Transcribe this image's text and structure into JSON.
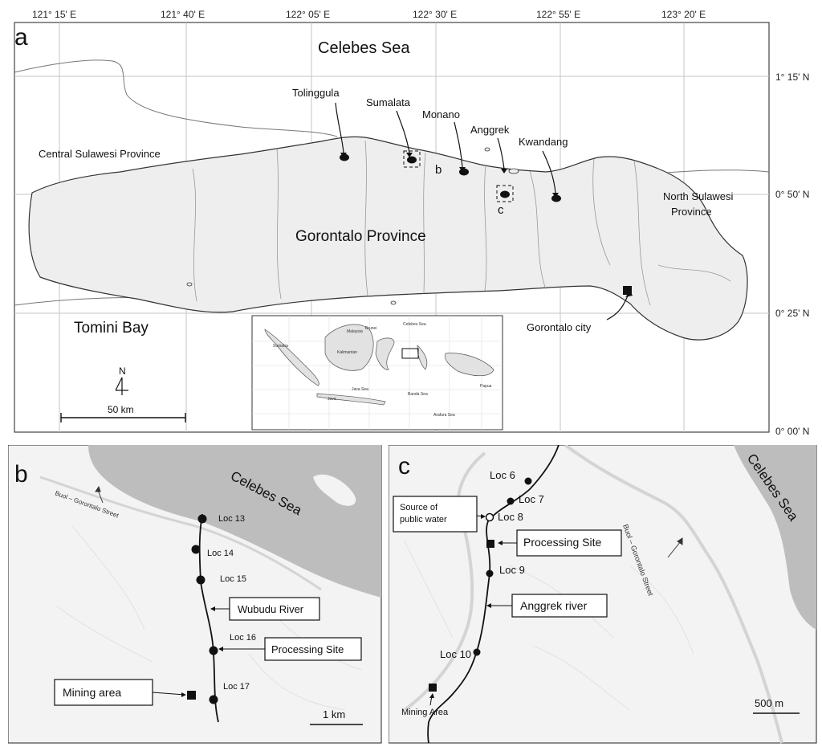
{
  "panel_a": {
    "letter": "a",
    "top_longitudes": [
      "121° 15' E",
      "121° 40' E",
      "122° 05' E",
      "122° 30' E",
      "122° 55' E",
      "123° 20' E"
    ],
    "right_latitudes": [
      "1° 15' N",
      "0° 50' N",
      "0° 25' N",
      "0° 00' N"
    ],
    "sea_label": "Celebes Sea",
    "province_main": "Gorontalo Province",
    "province_west": "Central Sulawesi Province",
    "province_east_1": "North Sulawesi",
    "province_east_2": "Province",
    "bay_label": "Tomini Bay",
    "city_label": "Gorontalo city",
    "sites": [
      "Tolinggula",
      "Sumalata",
      "Monano",
      "Anggrek",
      "Kwandang"
    ],
    "inset_b": "b",
    "inset_c": "c",
    "north_label": "N",
    "scale_label": "50 km",
    "overview_map": {
      "sea_labels": [
        "Celebes Sea",
        "Java Sea",
        "Banda Sea",
        "Arafura Sea"
      ],
      "land_labels": [
        "Sumatra",
        "Kalimantan",
        "Java",
        "Papua",
        "Malaysia",
        "Brunei"
      ]
    }
  },
  "panel_b": {
    "letter": "b",
    "sea_label": "Celebes Sea",
    "street_label": "Buol – Gorontalo Street",
    "locations": [
      "Loc 13",
      "Loc 14",
      "Loc 15",
      "Loc 16",
      "Loc 17"
    ],
    "river_label": "Wubudu River",
    "processing_label": "Processing Site",
    "mining_label": "Mining area",
    "scale_label": "1 km"
  },
  "panel_c": {
    "letter": "c",
    "sea_label": "Celebes Sea",
    "street_label": "Buol – Gorontalo Street",
    "locations": [
      "Loc 6",
      "Loc 7",
      "Loc 8",
      "Loc 9",
      "Loc 10"
    ],
    "water_label_1": "Source of",
    "water_label_2": "public water",
    "processing_label": "Processing Site",
    "river_label": "Anggrek river",
    "mining_label": "Mining Area",
    "scale_label": "500 m"
  },
  "colors": {
    "land": "#eeeeee",
    "sea_dark": "#bdbdbd",
    "road": "#d0d0d0",
    "outline": "#333333"
  }
}
